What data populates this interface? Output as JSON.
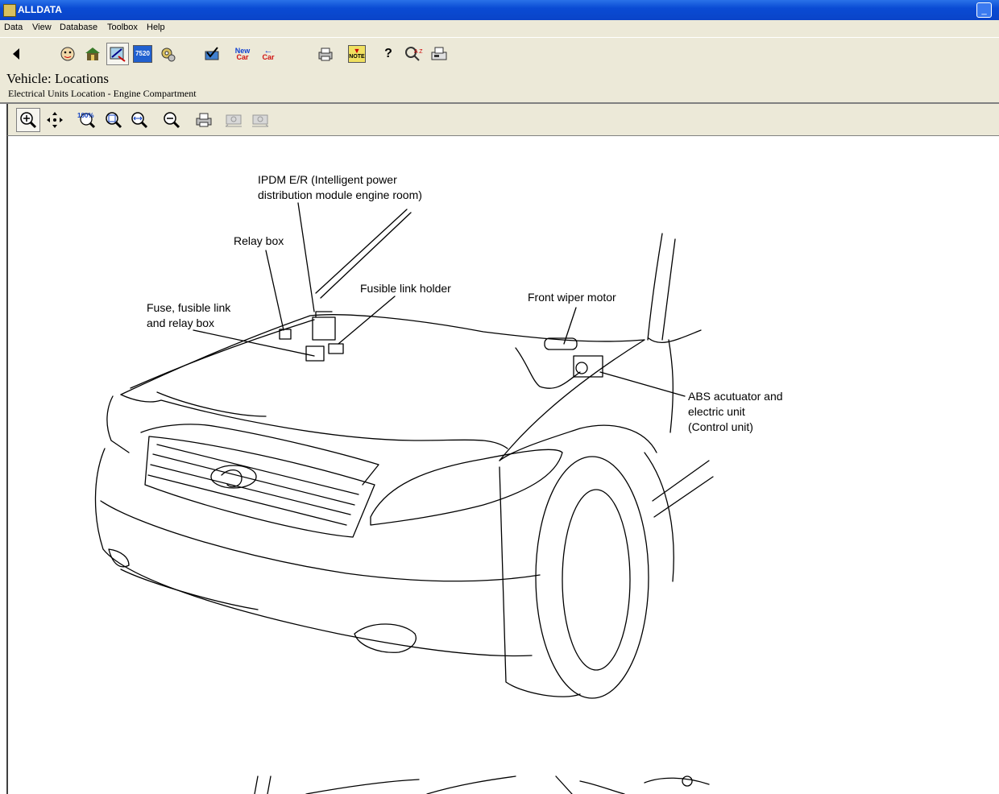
{
  "window": {
    "title": "ALLDATA",
    "minimize_glyph": "_"
  },
  "menu": {
    "items": [
      "Data",
      "View",
      "Database",
      "Toolbox",
      "Help"
    ]
  },
  "toolbar": {
    "back_icon": "back-arrow-icon",
    "new_car_label_1": "New",
    "new_car_label_2": "Car",
    "prev_car_label": "Car",
    "component_code": "7520",
    "note_label": "NOTE",
    "help_glyph": "?",
    "az_label": "A Z"
  },
  "header": {
    "title": "Vehicle:  Locations",
    "subtitle": "Electrical Units Location - Engine Compartment"
  },
  "viewer_toolbar": {
    "zoom_100_label": "100%"
  },
  "figure": {
    "labels": {
      "ipdm_line1": "IPDM E/R (Intelligent power",
      "ipdm_line2": "distribution module engine room)",
      "relay_box": "Relay box",
      "fusible_link_holder": "Fusible link holder",
      "front_wiper_motor": "Front wiper motor",
      "fuse_line1": "Fuse, fusible link",
      "fuse_line2": "and relay box",
      "abs_line1": "ABS acutuator and",
      "abs_line2": "electric unit",
      "abs_line3": "(Control unit)"
    }
  },
  "colors": {
    "titlebar": "#0a4bd4",
    "chrome": "#ece9d8",
    "canvas": "#ffffff"
  }
}
